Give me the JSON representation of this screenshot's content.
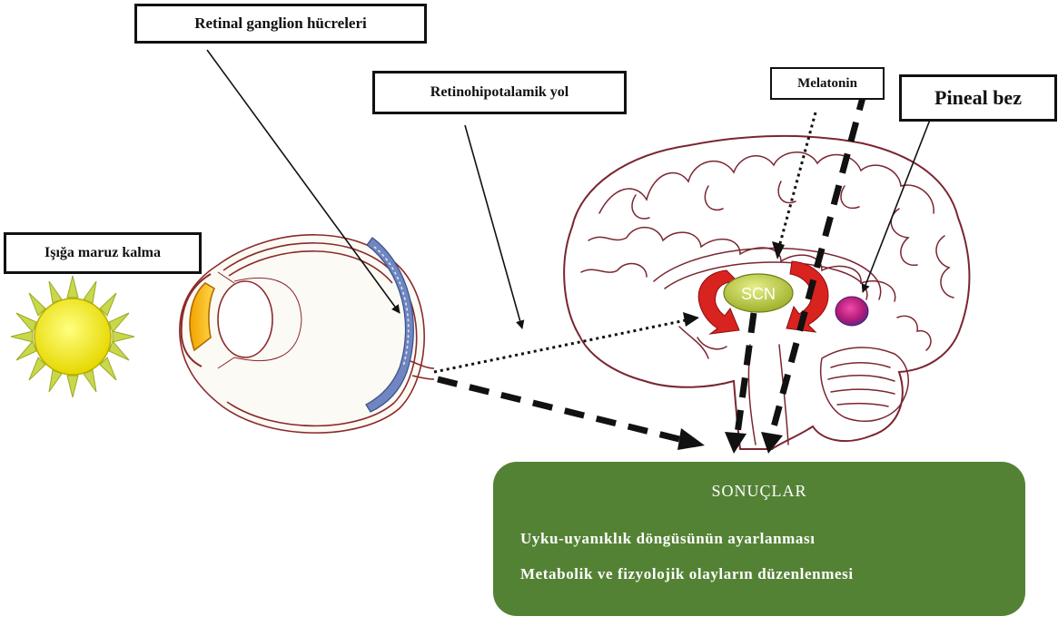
{
  "labels": {
    "retinal_ganglion": "Retinal ganglion hücreleri",
    "retinohypothalamic": "Retinohipotalamik yol",
    "melatonin": "Melatonin",
    "pineal": "Pineal bez",
    "light_exposure": "Işığa maruz kalma",
    "scn": "SCN"
  },
  "results": {
    "title": "SONUÇLAR",
    "items": [
      "Uyku-uyanıklık döngüsünün ayarlanması",
      "Metabolik ve fizyolojik olayların düzenlenmesi"
    ]
  },
  "colors": {
    "results_box": "#548235",
    "brain_outline": "#7a2630",
    "eye_outline": "#8b2a2a",
    "retina": "#4f6fae",
    "sun": "#f2e200",
    "sun_rays": "#c8d84a",
    "scn": "#c8d646",
    "cycle_arrows": "#d9231f",
    "pineal": "#d0268a"
  },
  "icons": [
    "sun-icon",
    "eye-icon",
    "brain-icon",
    "scn-node",
    "pineal-gland"
  ]
}
